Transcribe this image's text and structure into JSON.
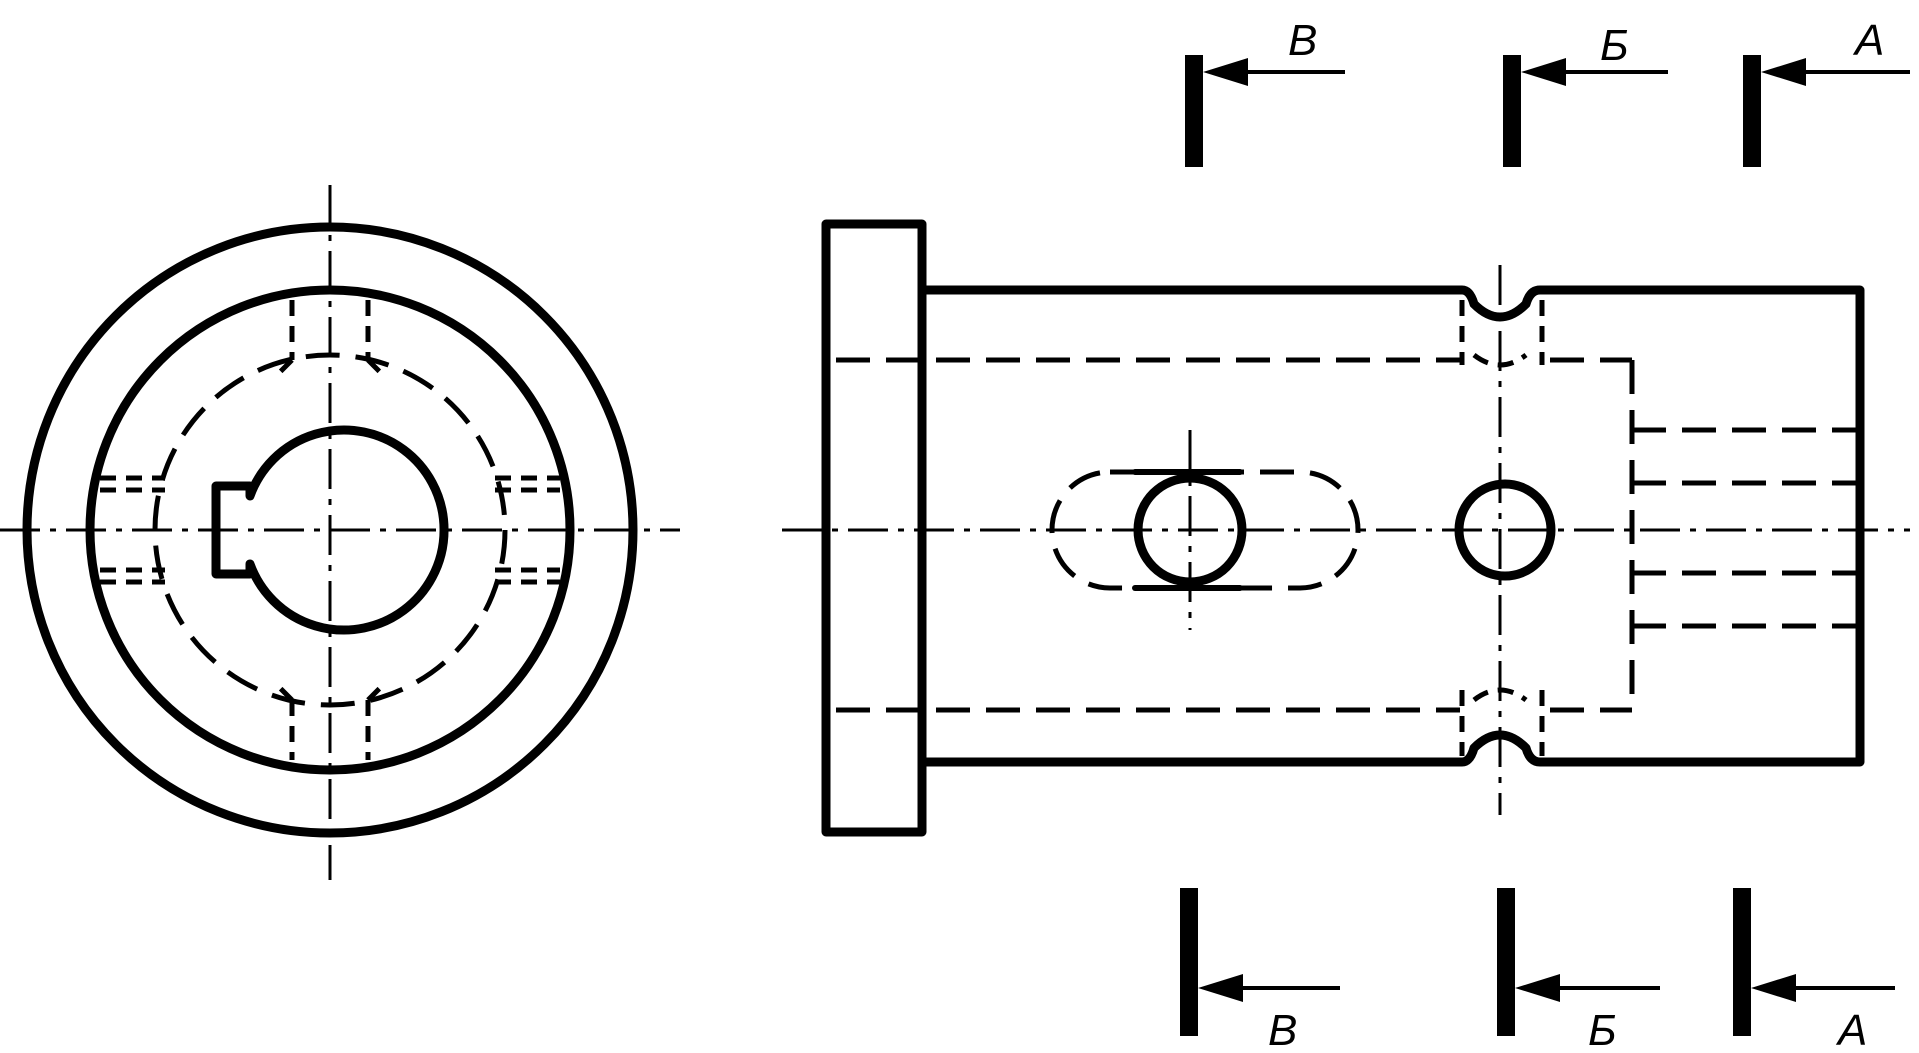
{
  "section_marks": {
    "top": [
      {
        "id": "v",
        "label": "В"
      },
      {
        "id": "b",
        "label": "Б"
      },
      {
        "id": "a",
        "label": "А"
      }
    ],
    "bottom": [
      {
        "id": "v",
        "label": "В"
      },
      {
        "id": "b",
        "label": "Б"
      },
      {
        "id": "a",
        "label": "А"
      }
    ]
  },
  "colors": {
    "line": "#000000",
    "background": "#ffffff"
  }
}
